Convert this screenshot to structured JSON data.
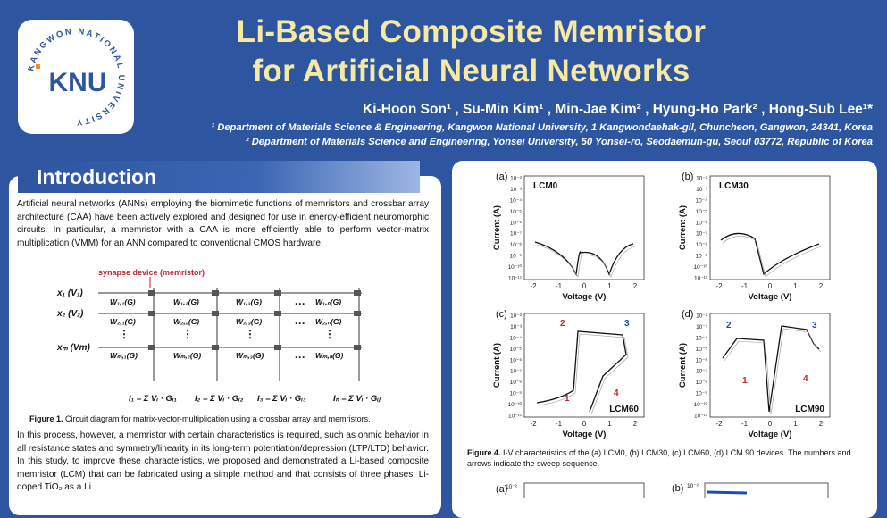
{
  "header": {
    "title_line1": "Li-Based Composite Memristor",
    "title_line2": "for Artificial Neural Networks",
    "authors": "Ki-Hoon Son¹ , Su-Min Kim¹ , Min-Jae Kim² , Hyung-Ho Park² , Hong-Sub Lee¹*",
    "affiliation1": "¹ Department of Materials Science & Engineering, Kangwon National University, 1 Kangwondaehak-gil, Chuncheon, Gangwon, 24341, Korea",
    "affiliation2": "² Department of Materials Science and Engineering, Yonsei University, 50 Yonsei-ro, Seodaemun-gu, Seoul 03772, Republic of Korea",
    "logo": {
      "text": "KNU",
      "ring_text": "KANGWON NATIONAL UNIVERSITY",
      "accent": "#f08a24",
      "color": "#2d55a0"
    }
  },
  "intro": {
    "heading": "Introduction",
    "para1": "Artificial neural networks (ANNs) employing the biomimetic functions of memristors and crossbar array architecture (CAA) have been actively explored and designed for use in energy-efficient neuromorphic circuits. In particular, a memristor with a CAA is more efficiently able to perform vector-matrix multiplication (VMM) for an ANN compared to conventional CMOS hardware.",
    "synapse_label": "synapse device (memristor)",
    "inputs": [
      "x₁ (V₁)",
      "x₂ (V₂)",
      "xₘ (Vm)"
    ],
    "weights_row1": [
      "W₁,₁(G)",
      "W₁,₂(G)",
      "W₁,₃(G)",
      "W₁,ₙ(G)"
    ],
    "weights_row2": [
      "W₂,₁(G)",
      "W₂,₂(G)",
      "W₂,₃(G)",
      "W₂,ₙ(G)"
    ],
    "weights_rowm": [
      "Wₘ,₁(G)",
      "Wₘ,₂(G)",
      "Wₘ,₃(G)",
      "Wₘ,ₙ(G)"
    ],
    "outputs": [
      "I₁ = Σ Vᵢ · Gᵢ₁",
      "I₂ = Σ Vᵢ · Gᵢ₂",
      "I₃ = Σ Vᵢ · Gᵢ₃",
      "Iₙ = Σ Vᵢ · Gᵢⱼ"
    ],
    "fig1_label": "Figure 1.",
    "fig1_caption": "Circuit diagram for matrix-vector-multiplication using a crossbar array and memristors.",
    "para2": "In this process, however, a memristor with certain characteristics is required, such as ohmic behavior in all resistance states and symmetry/linearity in its long-term potentiation/depression (LTP/LTD) behavior. In this study, to improve these characteristics, we proposed and demonstrated a Li-based composite memristor (LCM) that can be fabricated using a simple method and that consists of three phases: Li-doped TiO₂ as a Li"
  },
  "figure4": {
    "label": "Figure 4.",
    "caption": "I-V characteristics of the (a) LCM0, (b) LCM30, (c) LCM60, (d) LCM 90 devices. The numbers and arrows indicate the sweep sequence.",
    "panels": [
      {
        "tag": "(a)",
        "name": "LCM0",
        "xlabel": "Voltage (V)",
        "ylabel": "Current (A)"
      },
      {
        "tag": "(b)",
        "name": "LCM30",
        "xlabel": "Voltage (V)",
        "ylabel": "Current (A)"
      },
      {
        "tag": "(c)",
        "name": "LCM60",
        "xlabel": "Voltage (V)",
        "ylabel": "Current (A)"
      },
      {
        "tag": "(d)",
        "name": "LCM90",
        "xlabel": "Voltage (V)",
        "ylabel": "Current (A)"
      }
    ],
    "x_ticks": [
      "-2",
      "-1",
      "0",
      "1",
      "2"
    ],
    "y_ticks": [
      "10⁻²",
      "10⁻³",
      "10⁻⁴",
      "10⁻⁵",
      "10⁻⁶",
      "10⁻⁷",
      "10⁻⁸",
      "10⁻⁹",
      "10⁻¹⁰",
      "10⁻¹¹"
    ],
    "arrows_c": [
      "1",
      "2",
      "3",
      "4"
    ],
    "arrows_d": [
      "1",
      "2",
      "3",
      "4"
    ],
    "next_tags": [
      "(a)",
      "(b)"
    ],
    "next_tick": "10⁻²"
  }
}
